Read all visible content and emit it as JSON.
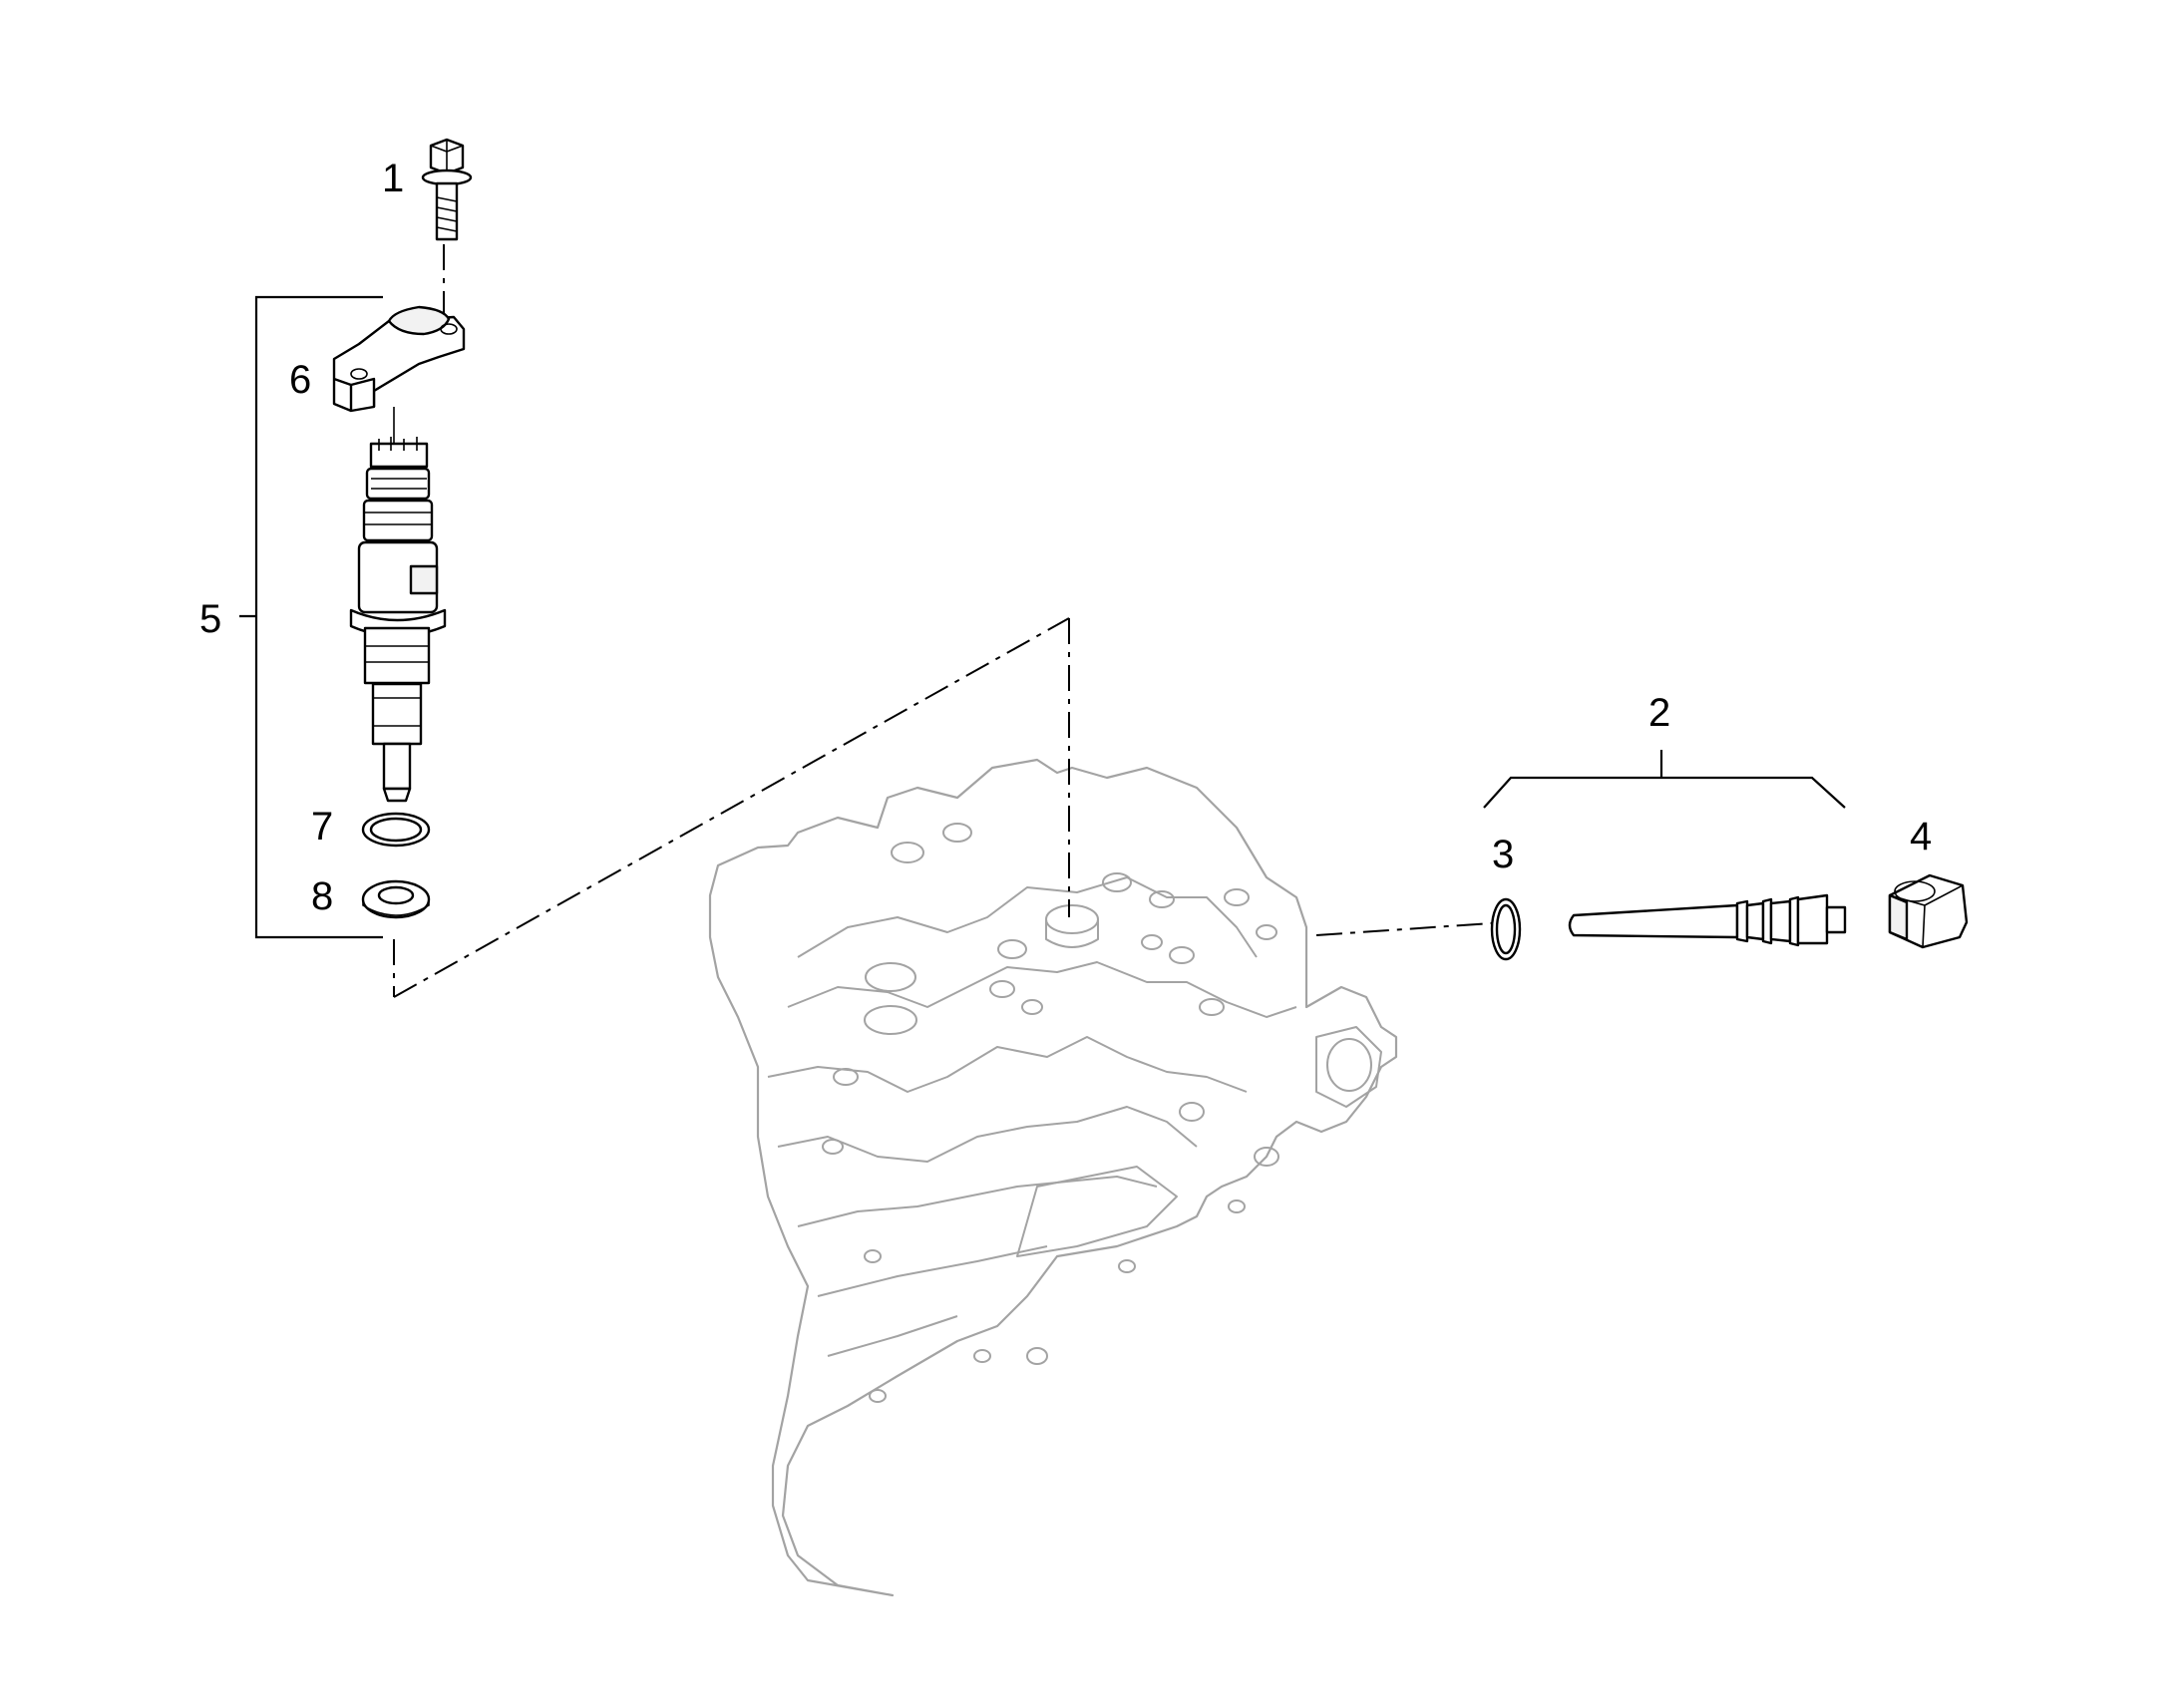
{
  "callouts": {
    "c1": "1",
    "c2": "2",
    "c3": "3",
    "c4": "4",
    "c5": "5",
    "c6": "6",
    "c7": "7",
    "c8": "8"
  },
  "colors": {
    "line": "#000000",
    "engine_outline": "#a3a3a3",
    "background": "#ffffff"
  },
  "parts": [
    {
      "callout": "1",
      "icon": "flange-bolt-icon"
    },
    {
      "callout": "2",
      "icon": "connector-assembly-bracket"
    },
    {
      "callout": "3",
      "icon": "o-ring-icon"
    },
    {
      "callout": "4",
      "icon": "hex-nut-icon"
    },
    {
      "callout": "5",
      "icon": "injector-assembly-bracket"
    },
    {
      "callout": "6",
      "icon": "clamp-icon"
    },
    {
      "callout": "7",
      "icon": "o-ring-icon"
    },
    {
      "callout": "8",
      "icon": "sealing-washer-icon"
    }
  ]
}
